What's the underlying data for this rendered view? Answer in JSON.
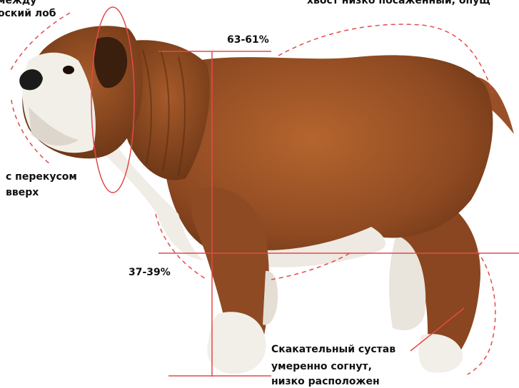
{
  "labels": {
    "top_left_cut": "между",
    "flat_forehead": "оский лоб",
    "top_right_cut": "хвост низко посаженный, опущ",
    "withers_ratio": "63-61%",
    "bite_line1": "с перекусом",
    "bite_line2": "вверх",
    "chest_ratio": "37-39%",
    "hock_line1": "Скакательный сустав",
    "hock_line2": "умеренно согнут,",
    "hock_line3": "низко расположен"
  },
  "colors": {
    "annotation_red": "#e34a4a",
    "coat_brown": "#a0522d",
    "coat_white": "#f2efe9"
  }
}
